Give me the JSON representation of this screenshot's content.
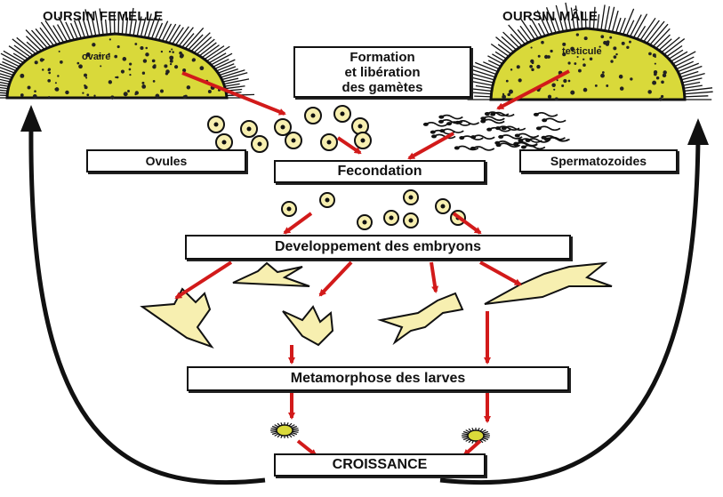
{
  "labels": {
    "female": "OURSIN FEMELLE",
    "male": "OURSIN MÂLE",
    "ovaire": "ovaire",
    "testicule": "testicule",
    "formation": [
      "Formation",
      "et libération",
      "des gamètes"
    ],
    "ovules": "Ovules",
    "fecondation": "Fecondation",
    "spermatozoides": "Spermatozoides",
    "developpement": "Developpement des embryons",
    "metamorphose": "Metamorphose des larves",
    "croissance": "CROISSANCE"
  },
  "colors": {
    "arrow": "#d21a1a",
    "cycle_arrow": "#111111",
    "gonad": "#d9d93a",
    "larva": "#f7efb0",
    "box_border": "#111111"
  }
}
